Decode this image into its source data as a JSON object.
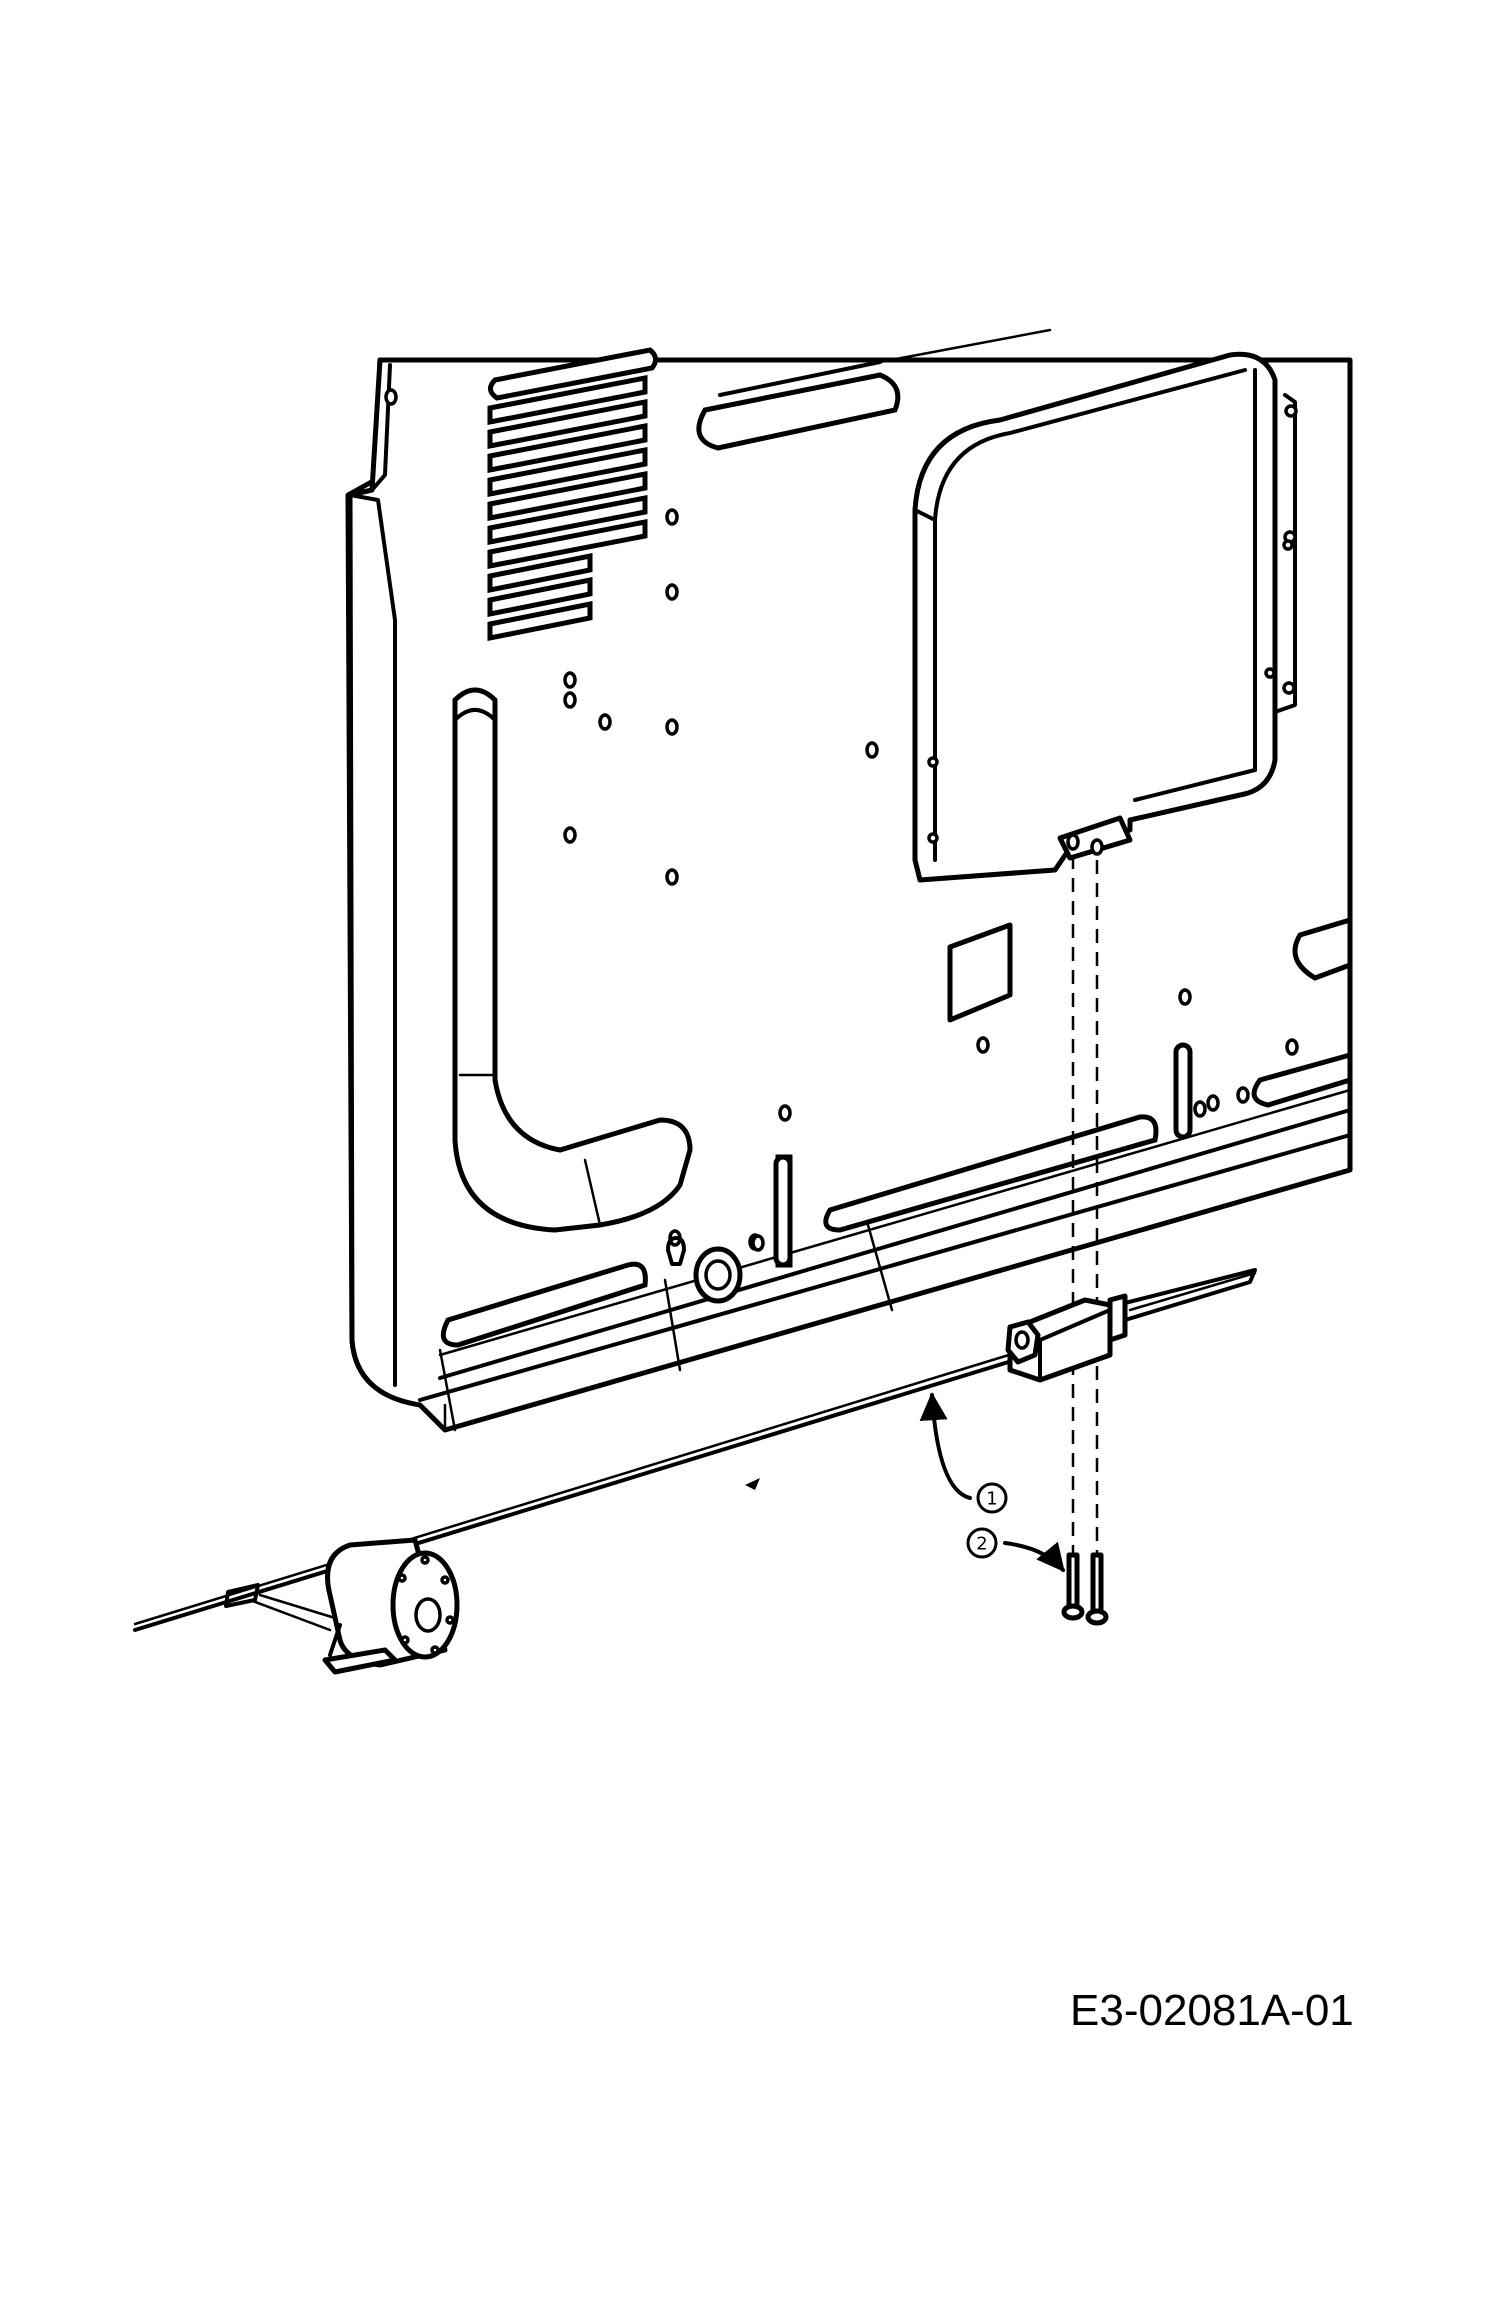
{
  "callouts": [
    {
      "number": "1"
    },
    {
      "number": "2"
    }
  ],
  "drawing_code": "E3-02081A-01"
}
